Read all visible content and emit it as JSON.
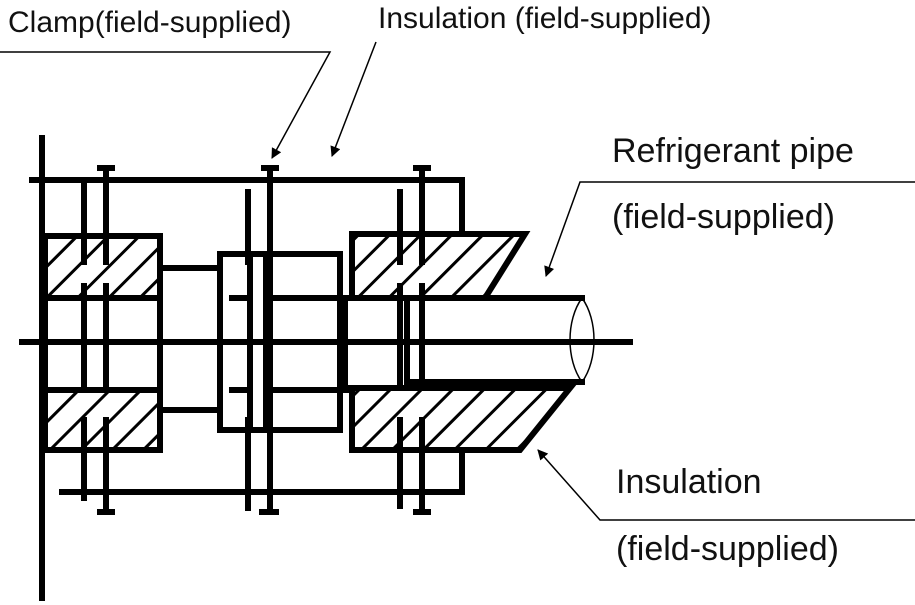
{
  "labels": {
    "clamp": "Clamp(field-supplied)",
    "insulation_top": "Insulation (field-supplied)",
    "pipe_line1": "Refrigerant pipe",
    "pipe_line2": "(field-supplied)",
    "insulation_bottom_line1": "Insulation",
    "insulation_bottom_line2": "(field-supplied)"
  },
  "colors": {
    "line": "#000000",
    "background": "#ffffff"
  }
}
